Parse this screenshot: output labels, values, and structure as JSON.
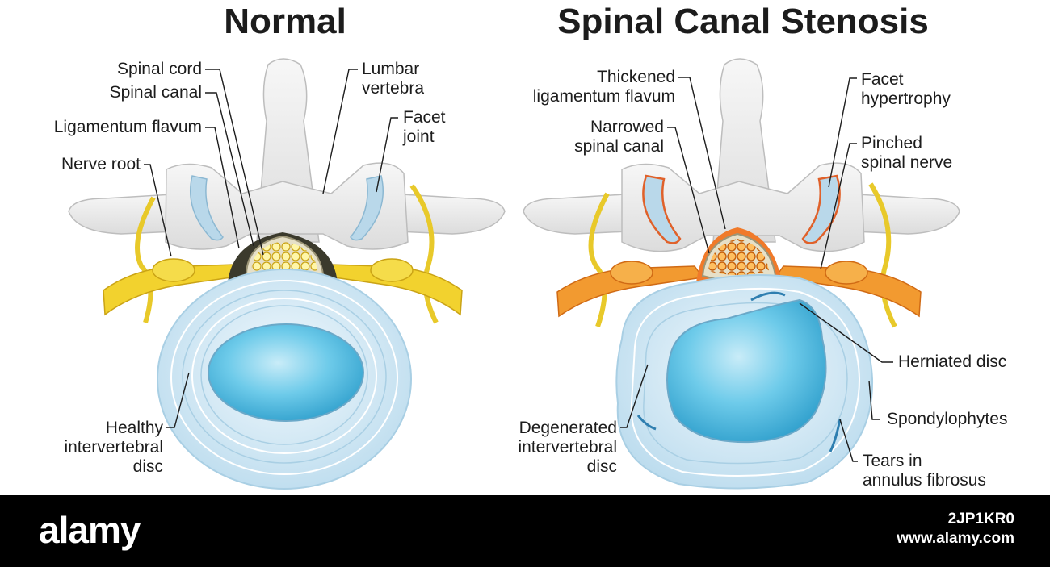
{
  "titles": {
    "normal": "Normal",
    "stenosis": "Spinal Canal Stenosis"
  },
  "normal_labels": {
    "spinal_cord": "Spinal cord",
    "spinal_canal": "Spinal canal",
    "ligamentum_flavum": "Ligamentum flavum",
    "nerve_root": "Nerve root",
    "lumbar_vertebra": "Lumbar\nvertebra",
    "facet_joint": "Facet\njoint",
    "healthy_disc": "Healthy\nintervertebral\ndisc"
  },
  "stenosis_labels": {
    "thickened_ligamentum": "Thickened\nligamentum flavum",
    "narrowed_canal": "Narrowed\nspinal canal",
    "facet_hypertrophy": "Facet\nhypertrophy",
    "pinched_nerve": "Pinched\nspinal nerve",
    "herniated_disc": "Herniated disc",
    "spondylophytes": "Spondylophytes",
    "degenerated_disc": "Degenerated\nintervertebral\ndisc",
    "tears": "Tears in\nannulus fibrosus"
  },
  "footer": {
    "brand": "alamy",
    "image_id": "2JP1KR0",
    "site": "www.alamy.com"
  },
  "colors": {
    "bone": "#efefef",
    "bone_shade": "#d6d6d6",
    "nerve": "#f2d22e",
    "nerve_inflamed": "#f08a24",
    "disc_outer": "#dceef8",
    "disc_core": "#58bfe4",
    "canal_dark": "#3b3a2c",
    "footer_bg": "#000000"
  }
}
